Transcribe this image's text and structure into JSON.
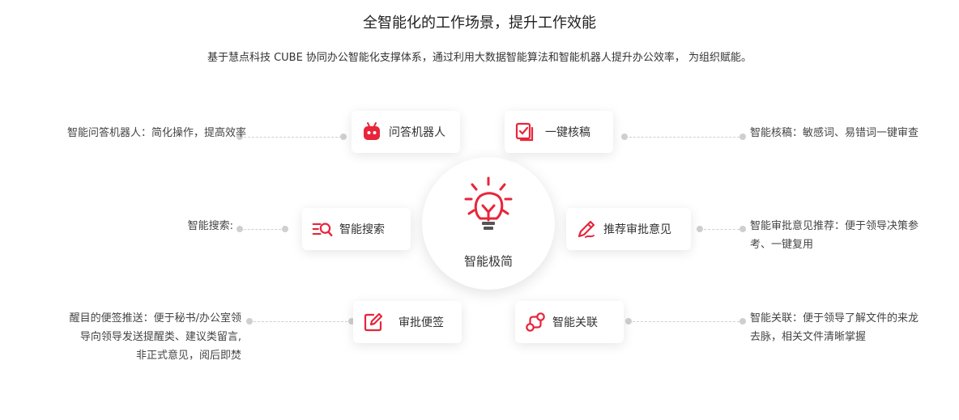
{
  "header": {
    "title": "全智能化的工作场景，提升工作效能",
    "subtitle": "基于慧点科技 CUBE 协同办公智能化支撑体系，通过利用大数据智能算法和智能机器人提升办公效率， 为组织赋能。"
  },
  "center": {
    "label": "智能极简",
    "icon": "lightbulb-icon"
  },
  "accent_color": "#e8253a",
  "features": {
    "robot": {
      "label": "问答机器人",
      "icon": "robot-icon",
      "desc": "智能问答机器人：简化操作，提高效率"
    },
    "proofread": {
      "label": "一键核稿",
      "icon": "proofread-icon",
      "desc": "智能核稿：敏感词、易错词一键审查"
    },
    "search": {
      "label": "智能搜索",
      "icon": "search-icon",
      "desc": "智能搜索:"
    },
    "approval": {
      "label": "推荐审批意见",
      "icon": "pen-icon",
      "desc_line1": "智能审批意见推荐：便于领导决策参",
      "desc_line2": "考、一键复用"
    },
    "note": {
      "label": "审批便签",
      "icon": "edit-note-icon",
      "desc_line1": "醒目的便签推送：便于秘书/办公室领",
      "desc_line2": "导向领导发送提醒类、建议类留言,",
      "desc_line3": "非正式意见，阅后即焚"
    },
    "link": {
      "label": "智能关联",
      "icon": "link-icon",
      "desc_line1": "智能关联：便于领导了解文件的来龙",
      "desc_line2": "去脉，相关文件清晰掌握"
    }
  }
}
